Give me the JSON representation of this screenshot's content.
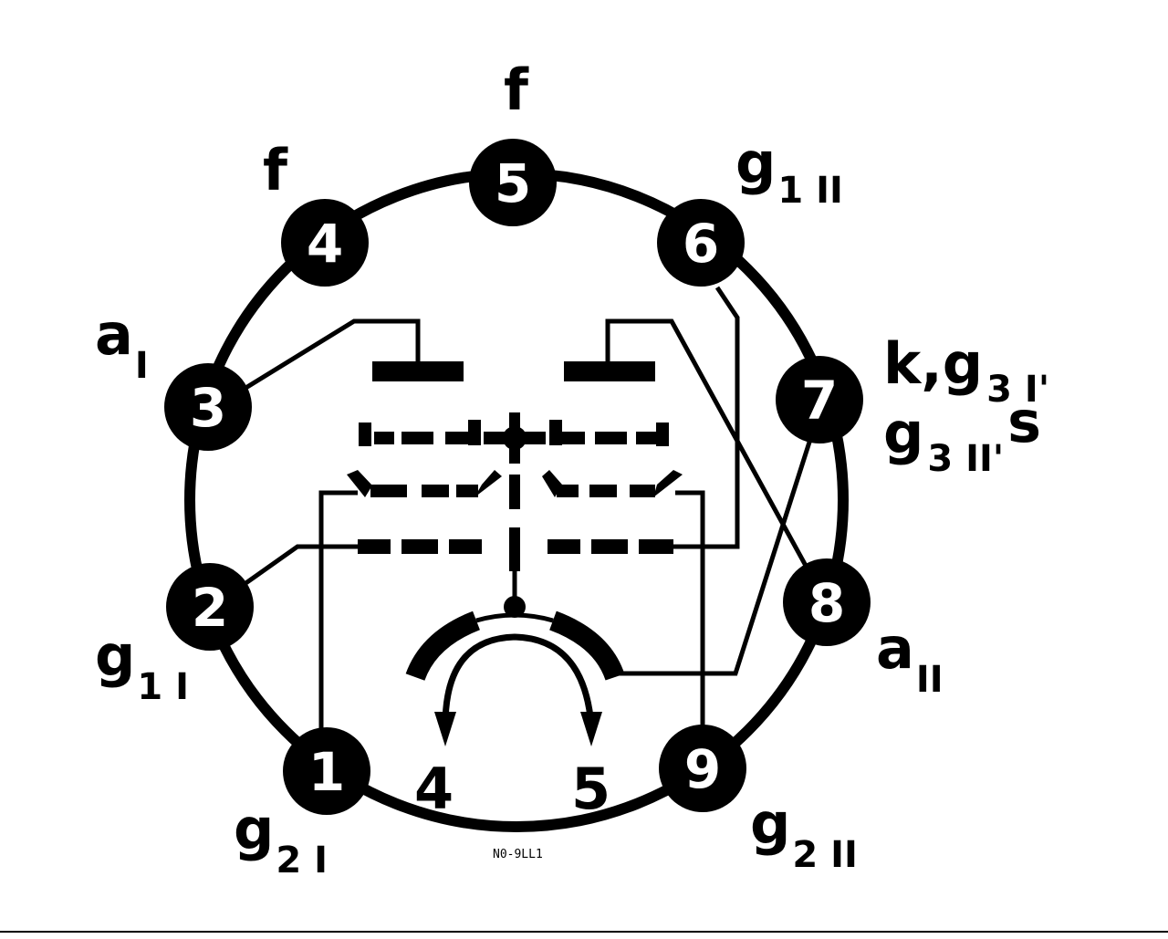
{
  "pins": [
    {
      "number": "1",
      "label": "g",
      "sub": "2 I"
    },
    {
      "number": "2",
      "label": "g",
      "sub": "1 I"
    },
    {
      "number": "3",
      "label": "a",
      "sub": "I"
    },
    {
      "number": "4",
      "label": "f",
      "sub": ""
    },
    {
      "number": "5",
      "label": "f",
      "sub": ""
    },
    {
      "number": "6",
      "label": "g",
      "sub": "1 II"
    },
    {
      "number": "7",
      "label": "k,g",
      "sub": "3 I'",
      "label2": "g",
      "sub2": "3 II'",
      "tail2": "s"
    },
    {
      "number": "8",
      "label": "a",
      "sub": "II"
    },
    {
      "number": "9",
      "label": "g",
      "sub": "2 II"
    }
  ],
  "heater_arrows": [
    "4",
    "5"
  ],
  "drawing_code": "N0-9LL1",
  "colors": {
    "ink": "#000000",
    "paper": "#ffffff"
  }
}
